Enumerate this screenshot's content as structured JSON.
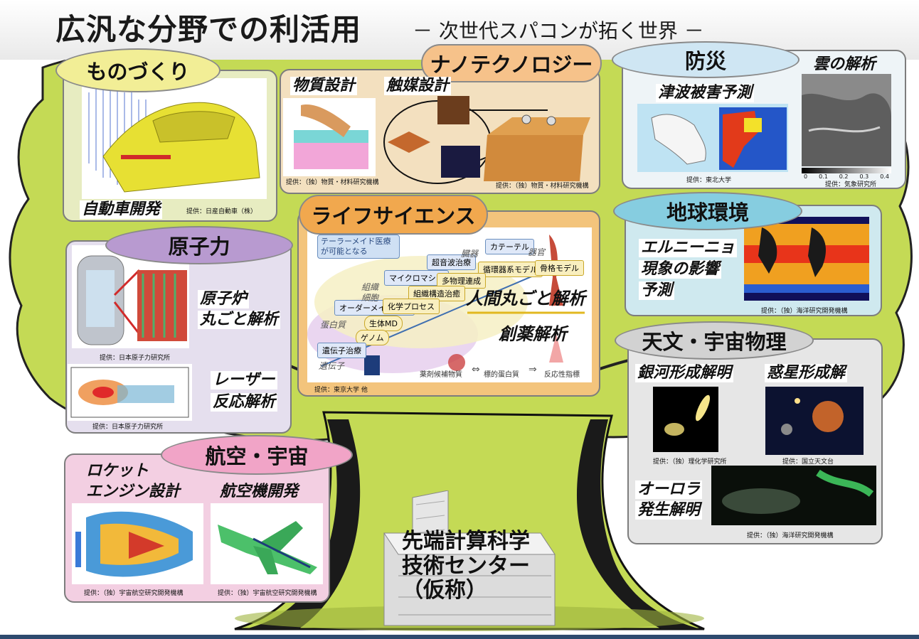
{
  "header": {
    "title": "広汎な分野での利活用",
    "subtitle": "－ 次世代スパコンが拓く世界 －"
  },
  "center": {
    "building_label_line1": "先端計算科学",
    "building_label_line2": "技術センター",
    "building_label_line3": "（仮称）"
  },
  "manufacturing": {
    "title": "ものづくり",
    "label": "自動車開発",
    "credit": "提供：日産自動車（株）"
  },
  "nanotech": {
    "title": "ナノテクノロジー",
    "label1": "物質設計",
    "label2": "触媒設計",
    "credit1": "提供：（独）物質・材料研究機構",
    "credit2": "提供：（独）物質・材料研究機構"
  },
  "disaster": {
    "title": "防災",
    "label1": "津波被害予測",
    "label2": "雲の解析",
    "credit1": "提供：東北大学",
    "credit2": "提供：気象研究所",
    "scale_ticks": [
      "0",
      "0.1",
      "0.2",
      "0.3",
      "0.4"
    ]
  },
  "nuclear": {
    "title": "原子力",
    "label1_line1": "原子炉",
    "label1_line2": "丸ごと解析",
    "label2_line1": "レーザー",
    "label2_line2": "反応解析",
    "credit1": "提供：日本原子力研究所",
    "credit2": "提供：日本原子力研究所"
  },
  "lifescience": {
    "title": "ライフサイエンス",
    "tag": "テーラーメイド医療が可能となる",
    "main_label": "人間丸ごと解析",
    "drug_label": "創薬解析",
    "nodes": [
      "カテーテル",
      "超音波治療",
      "循環器系モデル",
      "骨格モデル",
      "マイクロマシン",
      "多物理連成",
      "組織構造治癒",
      "オーダーメイド創薬",
      "化学プロセス",
      "生体MD",
      "ゲノム",
      "遺伝子治療"
    ],
    "side_words": [
      "臓器",
      "器官",
      "組織",
      "細胞",
      "蛋白質",
      "遺伝子"
    ],
    "drug_flow": [
      "薬剤候補物質",
      "標的蛋白質",
      "反応性指標"
    ],
    "credit": "提供：東京大学 他"
  },
  "earth": {
    "title": "地球環境",
    "label_line1": "エルニーニョ",
    "label_line2": "現象の影響",
    "label_line3": "予測",
    "credit": "提供：（独）海洋研究開発機構"
  },
  "astro": {
    "title": "天文・宇宙物理",
    "label1": "銀河形成解明",
    "label2": "惑星形成解",
    "label3_line1": "オーロラ",
    "label3_line2": "発生解明",
    "credit1": "提供：（独）理化学研究所",
    "credit2": "提供：国立天文台",
    "credit3": "提供：（独）海洋研究開発機構"
  },
  "aerospace": {
    "title": "航空・宇宙",
    "label1_line1": "ロケット",
    "label1_line2": "エンジン設計",
    "label2": "航空機開発",
    "credit1": "提供：（独）宇宙航空研究開発機構",
    "credit2": "提供：（独）宇宙航空研究開発機構"
  },
  "colors": {
    "tree_green": "#c4da55",
    "trunk_shadow": "#1a1a1a",
    "manufacturing_pill": "#f2ee96",
    "nanotech_pill": "#f6c28a",
    "disaster_pill": "#cfe6f3",
    "nuclear_pill": "#b89ad0",
    "lifescience_pill": "#f1a84e",
    "earth_pill": "#86cde0",
    "astro_pill": "#d2d2d2",
    "aerospace_pill": "#f1a4c7"
  }
}
